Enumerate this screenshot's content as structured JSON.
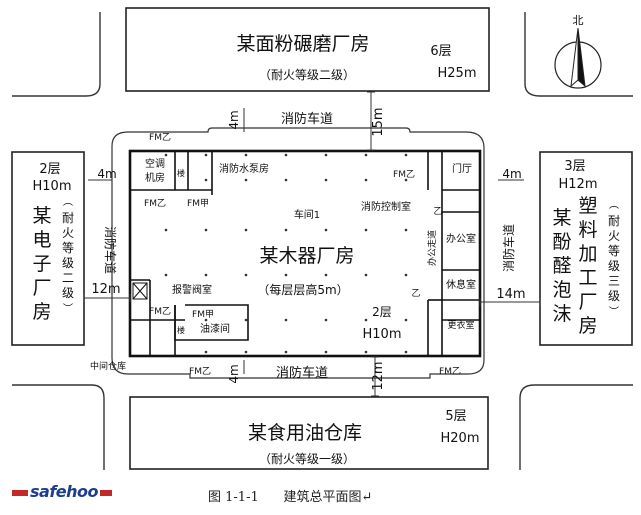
{
  "north": {
    "label": "北"
  },
  "buildings": {
    "top": {
      "name": "某面粉碾磨厂房",
      "fire": "（耐火等级二级）",
      "floors": "6层",
      "height": "H25m"
    },
    "bottom": {
      "name": "某食用油仓库",
      "fire": "（耐火等级一级）",
      "floors": "5层",
      "height": "H20m"
    },
    "left": {
      "name_chars": [
        "某",
        "电",
        "子",
        "厂",
        "房"
      ],
      "fire_chars": [
        "耐",
        "火",
        "等",
        "级",
        "二",
        "级"
      ],
      "floors": "2层",
      "height": "H10m"
    },
    "right": {
      "name_col1": [
        "某",
        "酚",
        "醛",
        "泡",
        "沫"
      ],
      "name_col2": [
        "塑",
        "料",
        "加",
        "工",
        "厂",
        "房"
      ],
      "fire_chars": [
        "耐",
        "火",
        "等",
        "级",
        "三",
        "级"
      ],
      "floors": "3层",
      "height": "H12m"
    }
  },
  "main": {
    "name": "某木器厂房",
    "subtitle": "（每层层高5m）",
    "workshop": "车间1",
    "floors": "2层",
    "height": "H10m"
  },
  "rooms": {
    "ac": [
      "空调",
      "机房"
    ],
    "pump": "消防水泵房",
    "control": "消防控制室",
    "gate": "门厅",
    "office": "办公室",
    "rest": "休息室",
    "changing": "更衣室",
    "corridor": "办公走道",
    "alarm_valve": "报警阀室",
    "paint": "油漆间",
    "stairs": "楼",
    "intermediate": "中间仓库"
  },
  "fire_lane": "消防车道",
  "distances": {
    "top": "15m",
    "bottom": "12m",
    "left": "12m",
    "right": "14m",
    "lane": "4m"
  },
  "door_labels": {
    "fmb": "FM乙",
    "fma": "FM甲",
    "zhe": "乙"
  },
  "caption": "图 1-1-1      建筑总平面图↵",
  "watermark": "safehoo"
}
